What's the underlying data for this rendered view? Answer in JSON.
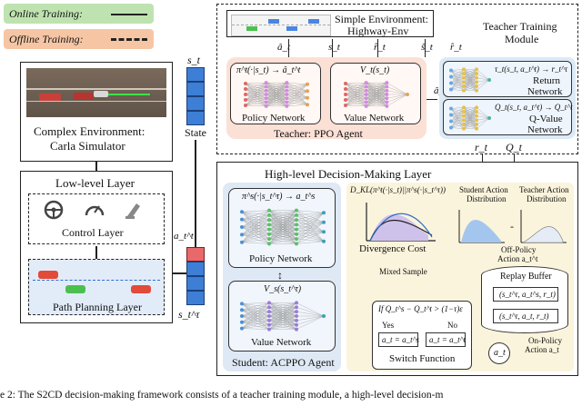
{
  "legend": {
    "online": "Online Training:",
    "offline": "Offline Training:"
  },
  "complex_env": {
    "title_line1": "Complex Environment:",
    "title_line2": "Carla Simulator"
  },
  "low_level": {
    "title": "Low-level Layer",
    "control": "Control Layer",
    "planning": "Path Planning Layer"
  },
  "state": {
    "label": "State",
    "symbol": "s_t"
  },
  "teacher": {
    "simple_env_line1": "Simple Environment:",
    "simple_env_line2": "Highway-Env",
    "module_line1": "Teacher Training",
    "module_line2": "Module",
    "policy_net": "Policy Network",
    "value_net": "Value Network",
    "agent": "Teacher: PPO Agent",
    "return_line1": "Return",
    "return_line2": "Network",
    "qvalue_line1": "Q-Value",
    "qvalue_line2": "Network",
    "policy_formula": "π^t(·|s_t) → â_t^t",
    "value_formula": "V_t(s_t)",
    "return_formula": "τ_t(s_t, a_t^t) → r_t^τ",
    "q_formula": "Q_t(s_t, a_t^t) → Q_t^t"
  },
  "high_level": {
    "title": "High-level Decision-Making Layer",
    "policy_net": "Policy Network",
    "value_net": "Value Network",
    "agent": "Student: ACPPO Agent",
    "policy_formula": "π^s(·|s_t^τ) → a_t^s",
    "value_formula": "V_s(s_t^τ)",
    "divergence": "Divergence Cost",
    "student_dist_line1": "Student Action",
    "student_dist_line2": "Distribution",
    "teacher_dist_line1": "Teacher Action",
    "teacher_dist_line2": "Distribution",
    "offpolicy_line1": "Off-Policy",
    "offpolicy_line2": "Action a_t^t",
    "mixed_sample": "Mixed Sample",
    "replay_buffer": "Replay Buffer",
    "onpolicy_line1": "On-Policy",
    "onpolicy_line2": "Action a_t",
    "switch_function": "Switch Function",
    "condition": "If Q_t^s − Q_t^t > (1−τ)ε",
    "yes": "Yes",
    "no": "No",
    "yes_action": "a_t = a_t^s",
    "no_action": "a_t = a_t^t",
    "kl_formula": "D_KL(π^t(·|s_t)||π^s(·|s_t^τ))",
    "buffer_entry1": "(s_t^τ, a_t^s, r_t)",
    "buffer_entry2": "(s_t^τ, a_t, r_t)",
    "at_node": "a_t"
  },
  "symbols": {
    "a_hat": "â_t",
    "s_t": "s_t",
    "r_hat": "r̂_t",
    "s_hat": "ŝ_t",
    "r_t": "r_t",
    "Q_t": "Q_t",
    "a_t_arrow": "â_t",
    "a_t_t": "a_t^t",
    "s_tau": "s_t^τ"
  },
  "caption": "e 2: The S2CD decision-making framework consists of a teacher training module, a high-level decision-m",
  "colors": {
    "online_legend": "#bfe3b0",
    "offline_legend": "#f6c6a4",
    "teacher_box": "#fbe0d6",
    "teacher_right": "#dceaf6",
    "high_box": "#fbf4dc",
    "student_box": "#dfe9f5",
    "state_blue": "#3d7fd6",
    "state_red": "#e9696a"
  }
}
